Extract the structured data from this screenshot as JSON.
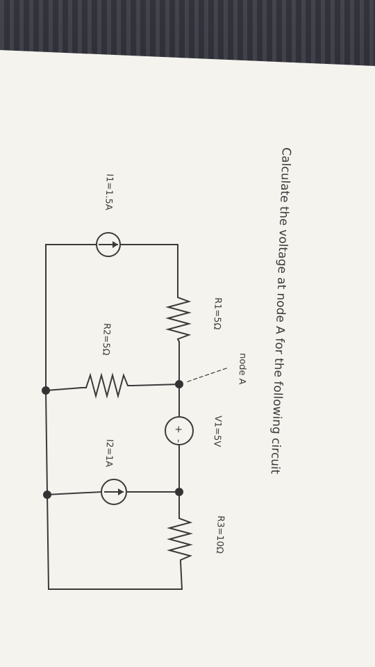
{
  "question": "Calculate the voltage at node A for the following circuit",
  "labels": {
    "node_a": "node A",
    "r1": "R1=5Ω",
    "r2": "R2=5Ω",
    "r3": "R3=10Ω",
    "v1": "V1=5V",
    "i1": "I1=1.5A",
    "i2": "I2=1A",
    "v1_plus": "+",
    "v1_minus": "-"
  }
}
